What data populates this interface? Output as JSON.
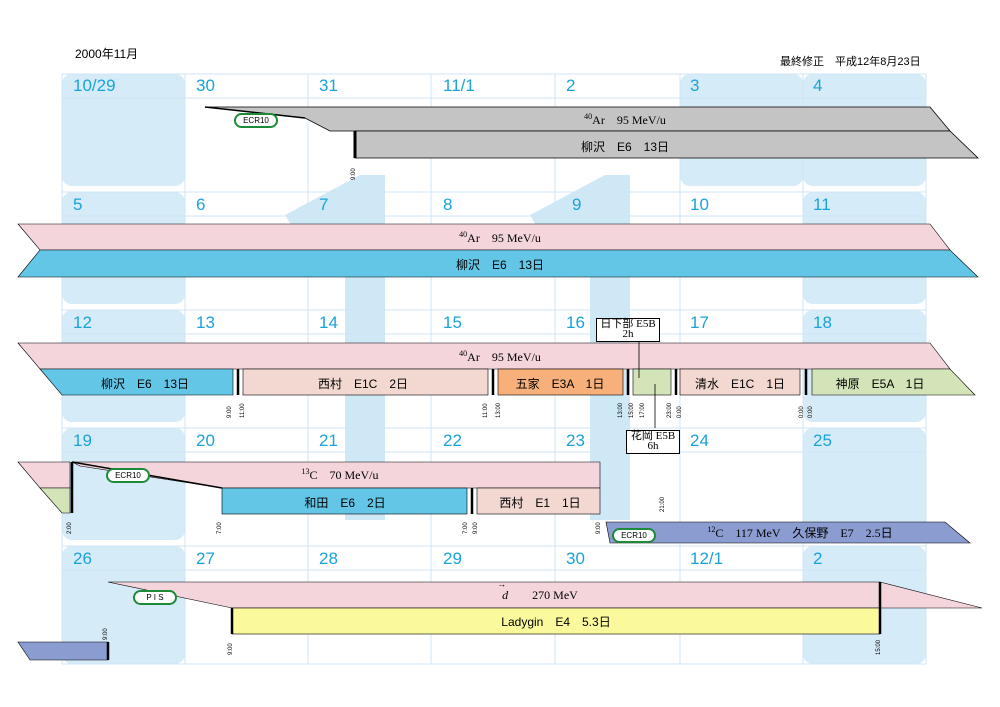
{
  "header": {
    "month": "2000年11月",
    "revised": "最終修正　平成12年8月23日"
  },
  "calendar": {
    "weeks": [
      [
        "10/29",
        "30",
        "31",
        "11/1",
        "2",
        "3",
        "4"
      ],
      [
        "5",
        "6",
        "7",
        "8",
        "9",
        "10",
        "11"
      ],
      [
        "12",
        "13",
        "14",
        "15",
        "16",
        "17",
        "18"
      ],
      [
        "19",
        "20",
        "21",
        "22",
        "23",
        "24",
        "25"
      ],
      [
        "26",
        "27",
        "28",
        "29",
        "30",
        "12/1",
        "2"
      ]
    ]
  },
  "colors": {
    "day_number": "#1aa3d8",
    "weekend_cell": "#d6ebf8",
    "grid": "#cfe6f4",
    "beam_pink": "#f4d5dc",
    "beam_gray": "#c4c4c4",
    "yanagisawa_blue": "#64c6e6",
    "nishimura_rose": "#f3d8d2",
    "goya_orange": "#f7b07a",
    "kambara_green": "#d3e4b8",
    "kubono_purple": "#8b9cd0",
    "ladygin_yellow": "#fafa9c",
    "source_badge": "#1d8a3a"
  },
  "week1": {
    "source": "ECR10",
    "beam_iso": "40",
    "beam": "Ar　95 MeV/u",
    "exp": "柳沢　E6　13日",
    "time": "9:00"
  },
  "week2": {
    "beam_iso": "40",
    "beam": "Ar　95 MeV/u",
    "exp": "柳沢　E6　13日"
  },
  "week3": {
    "beam_iso": "40",
    "beam": "Ar　95 MeV/u",
    "exps": [
      "柳沢　E6　13日",
      "西村　E1C　2日",
      "五家　E3A　1日",
      "清水　E1C　1日",
      "神原　E5A　1日"
    ],
    "note_top": [
      "日下部 E5B",
      "2h"
    ],
    "note_bottom": [
      "花岡 E5B",
      "6h"
    ],
    "times": [
      "9:00",
      "11:00",
      "11:00",
      "13:00",
      "13:00",
      "15:00",
      "17:00",
      "23:00",
      "0:00",
      "0:00",
      "0:00"
    ]
  },
  "week4": {
    "source": "ECR10",
    "beam_iso": "13",
    "beam": "C　70 MeV/u",
    "exps": [
      "和田　E6　2日",
      "西村　E1　1日"
    ],
    "times": [
      "2:00",
      "7:00",
      "7:00",
      "9:00",
      "21:00",
      "9:00"
    ],
    "source2": "ECR10",
    "beam2_iso": "12",
    "beam2": "C　117 MeV　久保野　E7　2.5日"
  },
  "week5": {
    "source": "P I S",
    "beam_symbol": "d",
    "beam": "270 MeV",
    "exp": "Ladygin　E4　5.3日",
    "times": [
      "9:00",
      "9:00",
      "15:00"
    ]
  }
}
